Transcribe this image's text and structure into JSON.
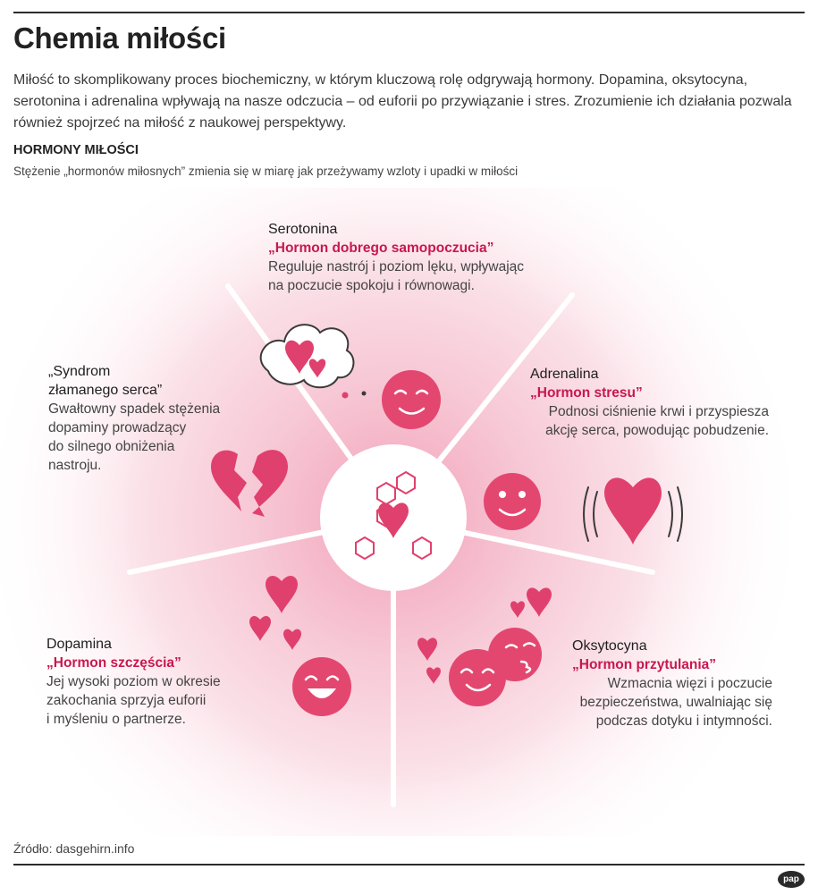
{
  "title": "Chemia miłości",
  "intro": "Miłość to skomplikowany proces biochemiczny, w którym kluczową rolę odgrywają hormony. Dopamina, oksytocyna, serotonina i adrenalina wpływają na nasze odczucia – od euforii po przywiązanie i stres. Zrozumienie ich działania pozwala również spojrzeć na miłość z naukowej perspektywy.",
  "section": {
    "title": "HORMONY MIŁOŚCI",
    "subtitle": "Stężenie „hormonów miłosnych” zmienia się w miarę jak przeżywamy wzloty i upadki w miłości"
  },
  "hormones": {
    "serotonina": {
      "name": "Serotonina",
      "tagline": "„Hormon dobrego samopoczucia”",
      "desc_lines": [
        "Reguluje nastrój i poziom lęku, wpływając",
        "na poczucie spokoju i równowagi."
      ]
    },
    "adrenalina": {
      "name": "Adrenalina",
      "tagline": "„Hormon stresu”",
      "desc_lines": [
        "Podnosi ciśnienie krwi i przyspiesza",
        "akcję serca, powodując pobudzenie."
      ]
    },
    "oksytocyna": {
      "name": "Oksytocyna",
      "tagline": "„Hormon przytulania”",
      "desc_lines": [
        "Wzmacnia więzi i poczucie",
        "bezpieczeństwa, uwalniając się",
        "podczas dotyku i intymności."
      ]
    },
    "dopamina": {
      "name": "Dopamina",
      "tagline": "„Hormon szczęścia”",
      "desc_lines": [
        "Jej wysoki poziom w okresie",
        "zakochania sprzyja euforii",
        "i myśleniu o partnerze."
      ]
    },
    "syndrom": {
      "name_lines": [
        "„Syndrom",
        "złamanego serca”"
      ],
      "desc_lines": [
        "Gwałtowny spadek stężenia",
        "dopaminy prowadzący",
        "do silnego  obniżenia",
        "nastroju."
      ]
    }
  },
  "source": "Źródło: dasgehirn.info",
  "logo_text": "pap",
  "colors": {
    "accent": "#c8174f",
    "heart": "#e0406d",
    "face": "#e3476f",
    "glow": "#f7c6d4"
  },
  "icons": [
    "hexagon-molecule-icon",
    "thought-cloud-hearts-icon",
    "winking-face-icon",
    "smiling-face-icon",
    "beating-heart-icon",
    "kissing-faces-icon",
    "laughing-face-icon",
    "broken-heart-icon",
    "floating-hearts-icon"
  ]
}
